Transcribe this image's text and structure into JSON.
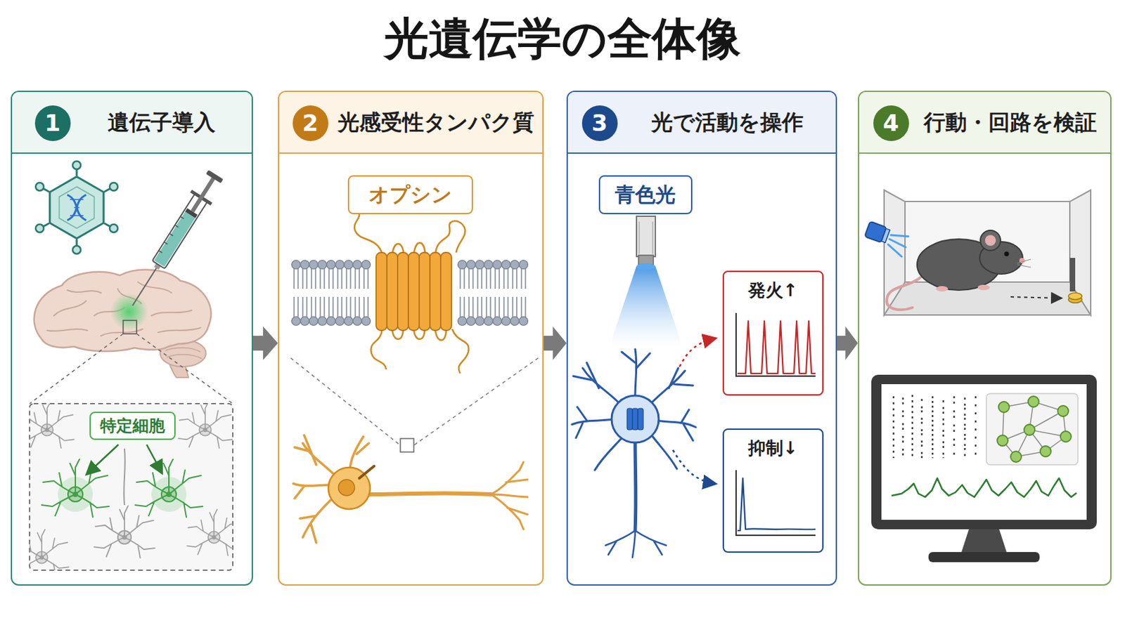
{
  "diagram": {
    "title": "光遺伝学の全体像",
    "nodes": [
      {
        "text": [
          "遺伝子導入"
        ]
      },
      {
        "text": [
          "1"
        ],
        "in": 0
      },
      {
        "text": [
          "特定細胞"
        ],
        "in": 0
      },
      {
        "text": [
          "光感受性タンパク質"
        ]
      },
      {
        "text": [
          "2"
        ],
        "in": 3
      },
      {
        "text": [
          "オプシン"
        ],
        "in": 3
      },
      {
        "text": [
          "光で活動を操作"
        ]
      },
      {
        "text": [
          "3"
        ],
        "in": 6
      },
      {
        "text": [
          "青色光"
        ],
        "in": 6
      },
      {
        "text": [
          "発火↑"
        ],
        "in": 6
      },
      {
        "text": [
          "抑制↓"
        ],
        "in": 6
      },
      {
        "text": [
          "行動・回路を検証"
        ]
      },
      {
        "text": [
          "4"
        ],
        "in": 11
      }
    ],
    "edges": [
      {
        "from": 0,
        "to": 3,
        "arrow": "to"
      },
      {
        "from": 3,
        "to": 6,
        "arrow": "to"
      },
      {
        "from": 6,
        "to": 11,
        "arrow": "to"
      }
    ]
  }
}
